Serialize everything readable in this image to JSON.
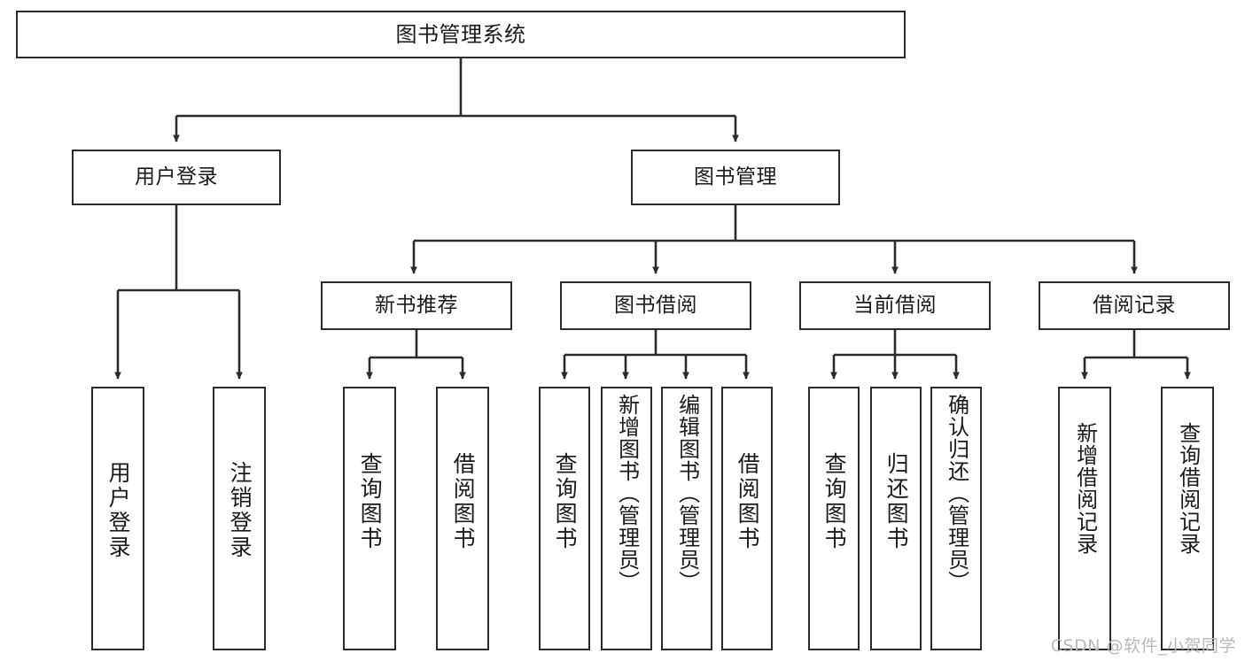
{
  "diagram": {
    "title": "图书管理系统",
    "type": "tree",
    "watermark": "CSDN @软件_小贺同学",
    "line_color": "#2b2b2b",
    "box_border_color": "#2b2b2b",
    "box_fill_color": "#ffffff",
    "text_color": "#1a1a1a",
    "nodes": {
      "root": {
        "label": "图书管理系统"
      },
      "level2": [
        {
          "id": "user_login",
          "label": "用户登录"
        },
        {
          "id": "book_manage",
          "label": "图书管理"
        }
      ],
      "level3": [
        {
          "id": "new_book_rec",
          "label": "新书推荐"
        },
        {
          "id": "book_borrow",
          "label": "图书借阅"
        },
        {
          "id": "current_borrow",
          "label": "当前借阅"
        },
        {
          "id": "borrow_record",
          "label": "借阅记录"
        }
      ],
      "leaves": [
        {
          "id": "leaf_user_login",
          "label": "用户登录",
          "parent": "user_login"
        },
        {
          "id": "leaf_user_logout",
          "label": "注销登录",
          "parent": "user_login"
        },
        {
          "id": "leaf_query_book_1",
          "label": "查询图书",
          "parent": "new_book_rec"
        },
        {
          "id": "leaf_borrow_book_1",
          "label": "借阅图书",
          "parent": "new_book_rec"
        },
        {
          "id": "leaf_query_book_2",
          "label": "查询图书",
          "parent": "book_borrow"
        },
        {
          "id": "leaf_add_book",
          "label": "新增图书（管理员）",
          "parent": "book_borrow"
        },
        {
          "id": "leaf_edit_book",
          "label": "编辑图书（管理员）",
          "parent": "book_borrow"
        },
        {
          "id": "leaf_borrow_book_2",
          "label": "借阅图书",
          "parent": "book_borrow"
        },
        {
          "id": "leaf_query_book_3",
          "label": "查询图书",
          "parent": "current_borrow"
        },
        {
          "id": "leaf_return_book",
          "label": "归还图书",
          "parent": "current_borrow"
        },
        {
          "id": "leaf_confirm_return",
          "label": "确认归还（管理员）",
          "parent": "current_borrow"
        },
        {
          "id": "leaf_add_record",
          "label": "新增借阅记录",
          "parent": "borrow_record"
        },
        {
          "id": "leaf_query_record",
          "label": "查询借阅记录",
          "parent": "borrow_record"
        }
      ]
    }
  }
}
